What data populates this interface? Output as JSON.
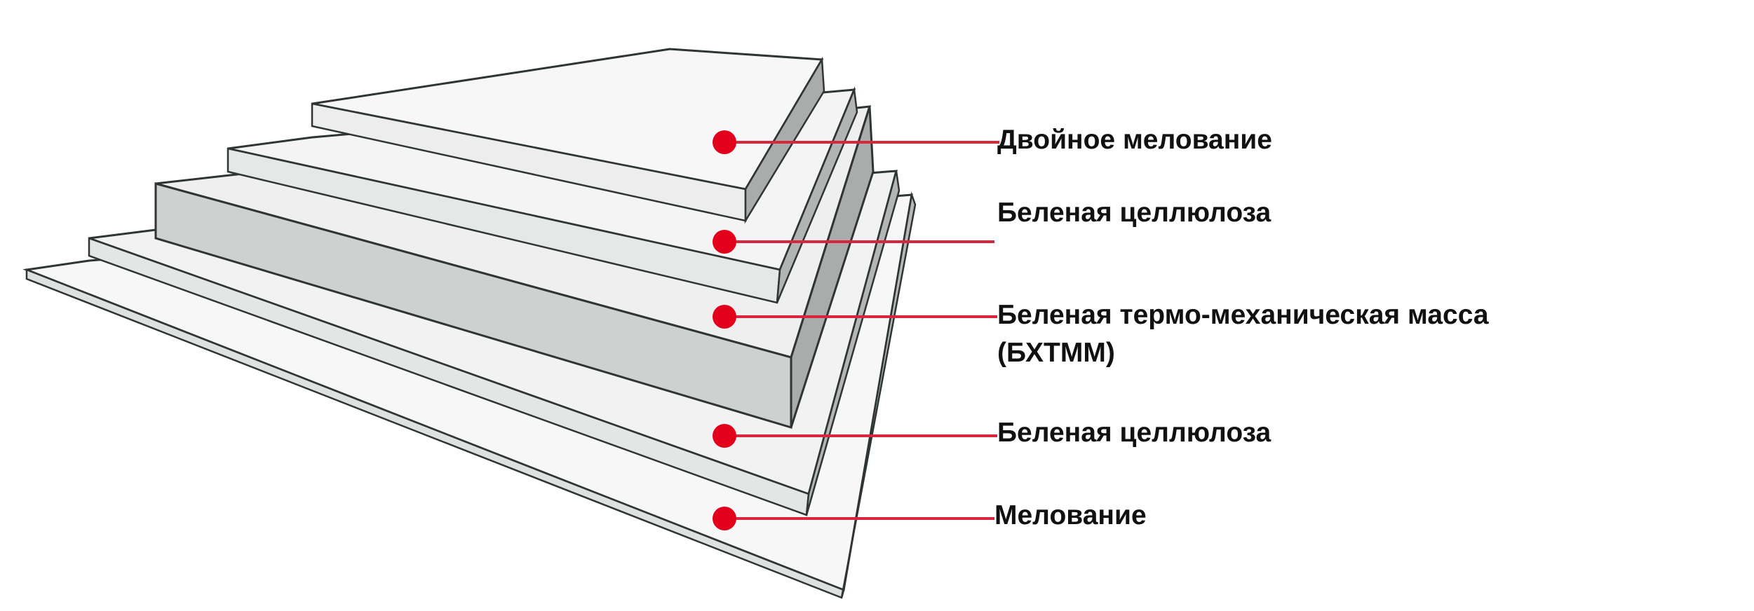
{
  "colors": {
    "marker": "#e3001b",
    "leader": "#d7263d",
    "outline": "#2f3434",
    "top_surface": "#f4f5f4",
    "side_light": "#e9eaea",
    "side_mid": "#c6c8c7",
    "side_dark": "#a9acab",
    "pulp_mass": "#cfd1d0",
    "text": "#111111"
  },
  "layers": [
    {
      "id": "double-coating",
      "lines": [
        "Двойное мелование"
      ]
    },
    {
      "id": "bleached-pulp-top",
      "lines": [
        "Беленая целлюлоза"
      ]
    },
    {
      "id": "bctmp",
      "lines": [
        "Беленая термо-механическая масса",
        "(БХТММ)"
      ]
    },
    {
      "id": "bleached-pulp-bottom",
      "lines": [
        "Беленая целлюлоза"
      ]
    },
    {
      "id": "coating",
      "lines": [
        "Мелование"
      ]
    }
  ]
}
